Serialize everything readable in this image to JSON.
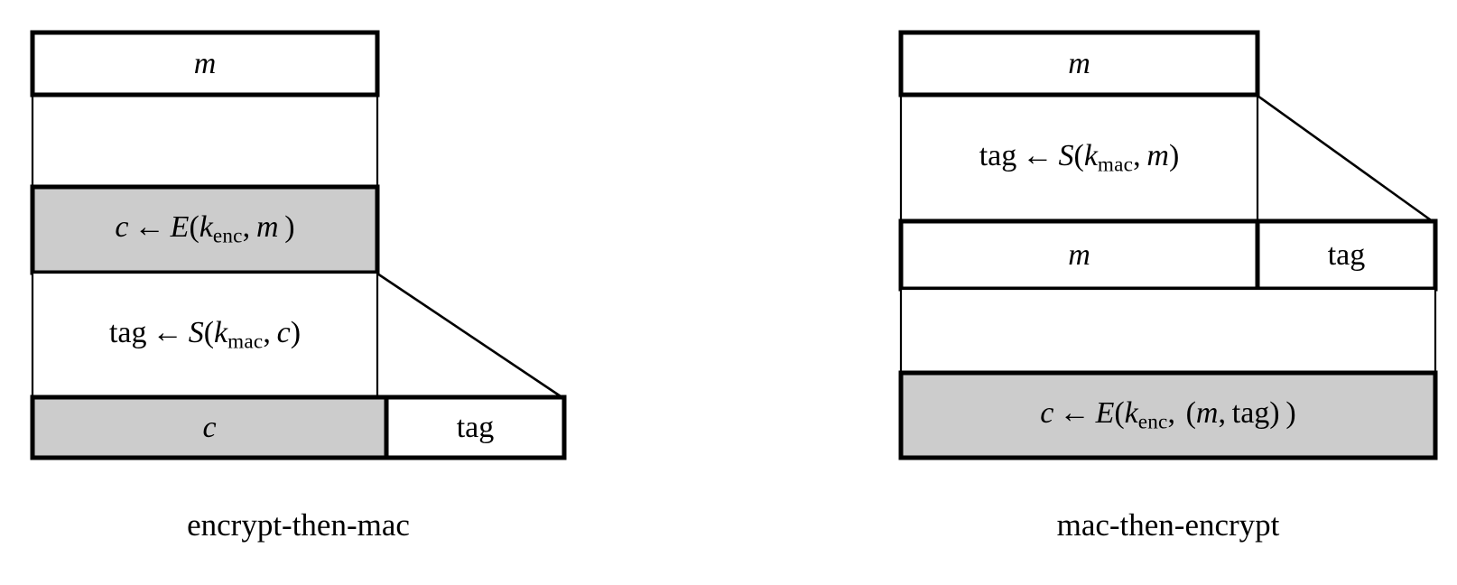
{
  "figure": {
    "title": "",
    "background_color": "#ffffff",
    "stroke_color": "#000000",
    "shaded_fill": "#cccccc",
    "plain_fill": "#ffffff"
  },
  "diagrams": [
    {
      "id": "encrypt-then-mac",
      "caption": "encrypt-then-mac",
      "boxes": [
        {
          "id": "message-top",
          "label_parts": {
            "var": "m"
          },
          "shaded": false
        },
        {
          "id": "encrypt-step",
          "label_parts": {
            "out": "c",
            "arrow": "←",
            "fn": "E",
            "key": "k",
            "key_sub": "enc",
            "arg": "m"
          },
          "shaded": true
        },
        {
          "id": "mac-step",
          "label_parts": {
            "out": "tag",
            "arrow": "←",
            "fn": "S",
            "key": "k",
            "key_sub": "mac",
            "arg": "c"
          },
          "shaded": false
        },
        {
          "id": "output-ciphertext",
          "label_parts": {
            "var": "c"
          },
          "shaded": true
        },
        {
          "id": "output-tag",
          "label_parts": {
            "var": "tag"
          },
          "shaded": false
        }
      ]
    },
    {
      "id": "mac-then-encrypt",
      "caption": "mac-then-encrypt",
      "boxes": [
        {
          "id": "message-top",
          "label_parts": {
            "var": "m"
          },
          "shaded": false
        },
        {
          "id": "mac-step",
          "label_parts": {
            "out": "tag",
            "arrow": "←",
            "fn": "S",
            "key": "k",
            "key_sub": "mac",
            "arg": "m"
          },
          "shaded": false
        },
        {
          "id": "message-copy",
          "label_parts": {
            "var": "m"
          },
          "shaded": false
        },
        {
          "id": "tag-piece",
          "label_parts": {
            "var": "tag"
          },
          "shaded": false
        },
        {
          "id": "encrypt-step",
          "label_parts": {
            "out": "c",
            "arrow": "←",
            "fn": "E",
            "key": "k",
            "key_sub": "enc",
            "arg1": "m",
            "arg2": "tag"
          },
          "shaded": true
        }
      ]
    }
  ],
  "labels": {
    "etm_m": "m",
    "etm_encrypt": "c ← E(k_enc, m )",
    "etm_mac": "tag ← S(k_mac, c)",
    "etm_out_c": "c",
    "etm_out_tag": "tag",
    "etm_caption": "encrypt-then-mac",
    "mte_m": "m",
    "mte_mac": "tag ← S(k_mac, m)",
    "mte_mid_m": "m",
    "mte_mid_tag": "tag",
    "mte_encrypt": "c ← E(k_enc,  (m, tag) )",
    "mte_caption": "mac-then-encrypt"
  },
  "glyphs": {
    "left_arrow": "←",
    "comma": ",",
    "open_paren": "(",
    "close_paren": ")"
  }
}
